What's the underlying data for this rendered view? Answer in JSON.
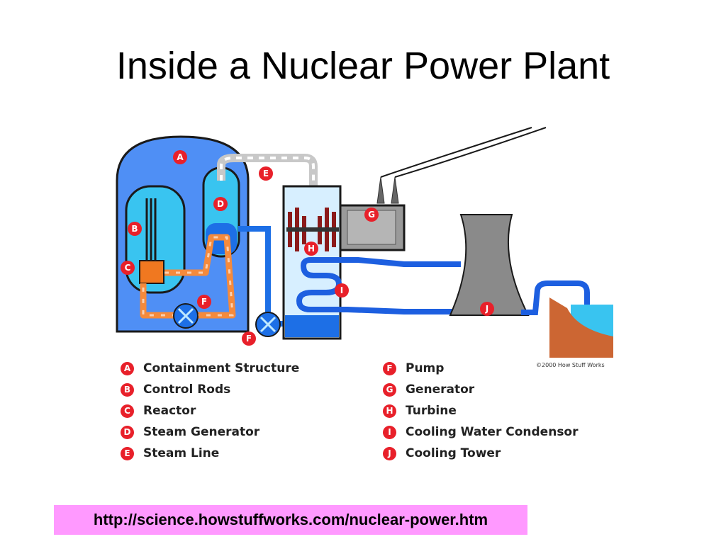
{
  "slide": {
    "title": "Inside a Nuclear Power Plant",
    "source_url": "http://science.howstuffworks.com/nuclear-power.htm",
    "copyright": "©2000 How Stuff Works"
  },
  "diagram": {
    "markers": [
      "A",
      "B",
      "C",
      "D",
      "E",
      "F",
      "F",
      "G",
      "H",
      "I",
      "J"
    ]
  },
  "legend": {
    "left": [
      {
        "letter": "A",
        "label": "Containment Structure"
      },
      {
        "letter": "B",
        "label": "Control Rods"
      },
      {
        "letter": "C",
        "label": "Reactor"
      },
      {
        "letter": "D",
        "label": "Steam Generator"
      },
      {
        "letter": "E",
        "label": "Steam Line"
      }
    ],
    "right": [
      {
        "letter": "F",
        "label": "Pump"
      },
      {
        "letter": "G",
        "label": "Generator"
      },
      {
        "letter": "H",
        "label": "Turbine"
      },
      {
        "letter": "I",
        "label": "Cooling Water Condensor"
      },
      {
        "letter": "J",
        "label": "Cooling Tower"
      }
    ]
  },
  "colors": {
    "containment": "#4f8ff5",
    "reactor_water": "#39c4f0",
    "hot_loop": "#f58a3c",
    "cooling_water": "#1d5fe0",
    "marker": "#e8202a",
    "tower": "#8a8a8a",
    "url_highlight": "#ff99ff"
  }
}
